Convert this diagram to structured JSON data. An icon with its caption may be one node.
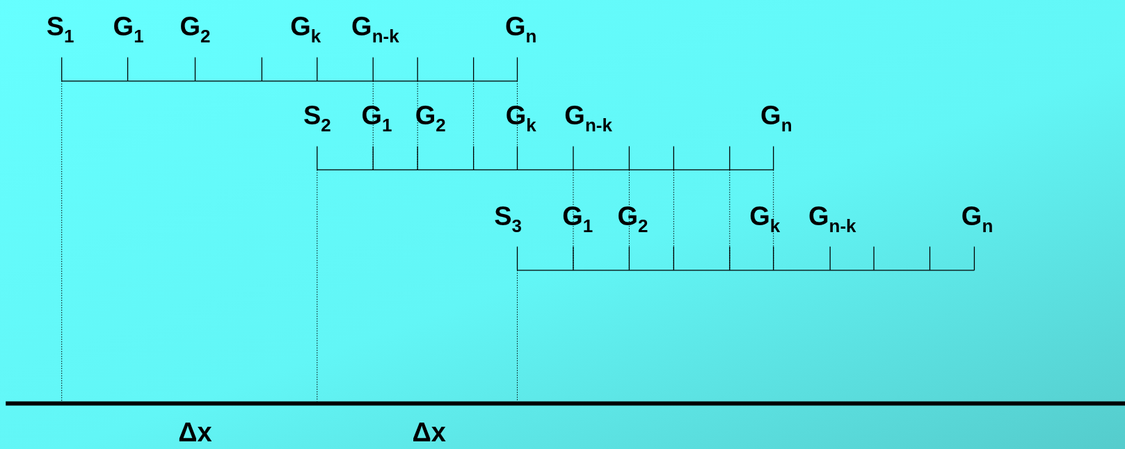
{
  "diagram": {
    "labels": [
      "S$_{1}$",
      "G$_{1}$",
      "G$_{2}$",
      "G$_{k}$",
      "G$_{n-k}$",
      "G$_{n}$",
      "S$_{2}$",
      "G$_{1}$",
      "G$_{2}$",
      "G$_{k}$",
      "G$_{n-k}$",
      "G$_{n}$",
      "S$_{3}$",
      "G$_{1}$",
      "G$_{2}$",
      "G$_{k}$",
      "G$_{n-k}$",
      "G$_{n}$",
      "Δx",
      "Δx"
    ]
  }
}
